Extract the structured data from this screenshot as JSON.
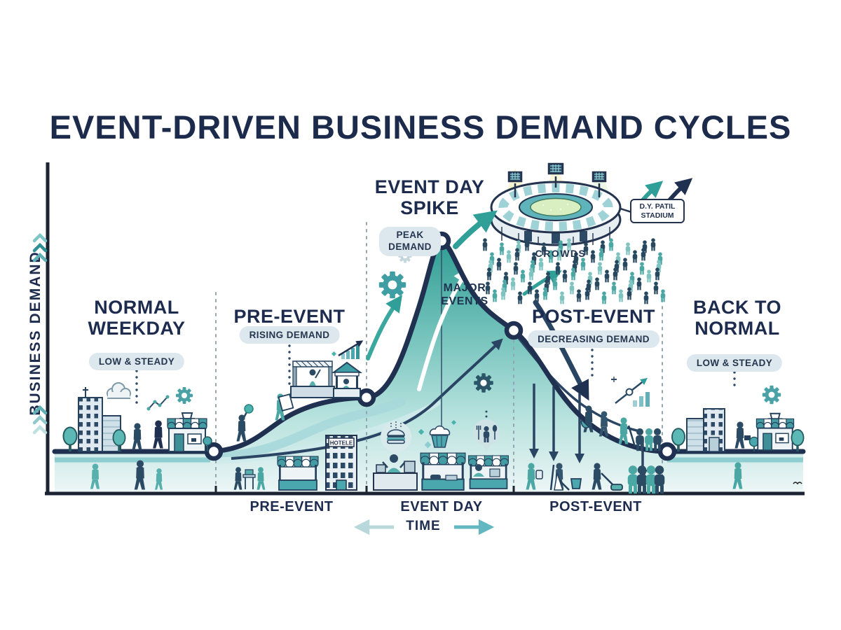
{
  "title": "EVENT-DRIVEN BUSINESS DEMAND CYCLES",
  "y_axis": {
    "label": "BUSINESS DEMAND"
  },
  "x_axis": {
    "label": "TIME",
    "segments": [
      "PRE-EVENT",
      "EVENT DAY",
      "POST-EVENT"
    ]
  },
  "phases": [
    {
      "title": "NORMAL WEEKDAY",
      "badge": "LOW & STEADY"
    },
    {
      "title": "PRE-EVENT",
      "badge": "RISING DEMAND"
    },
    {
      "title": "EVENT DAY SPIKE",
      "badge": "PEAK DEMAND"
    },
    {
      "title": "POST-EVENT",
      "badge": "DECREASING DEMAND"
    },
    {
      "title": "BACK TO NORMAL",
      "badge": "LOW & STEADY"
    }
  ],
  "annotations": {
    "major_events": "MAJOR EVENTS",
    "crowds": "CROWDS",
    "stadium_name": "D.Y. PATIL STADIUM",
    "hotel_sign": "HOTELE"
  },
  "stadium": {
    "crowd_figures": 78
  },
  "colors": {
    "navy": "#1d2c4e",
    "teal": "#35a19b",
    "light_teal": "#a9d6d8",
    "badge_bg": "#dde7ee",
    "peak_gradient_top": "#2f9d93",
    "peak_gradient_bottom": "#ecf6f6"
  },
  "chart_data": {
    "type": "area",
    "title": "Event-Driven Business Demand Cycles",
    "xlabel": "TIME",
    "ylabel": "BUSINESS DEMAND",
    "phases": [
      "NORMAL WEEKDAY",
      "PRE-EVENT",
      "EVENT DAY",
      "POST-EVENT",
      "BACK TO NORMAL"
    ],
    "x_points": [
      "normal weekday",
      "pre-event start",
      "pre-event plateau",
      "event-day peak",
      "post-event midpoint",
      "post-event end",
      "back to normal"
    ],
    "series": [
      {
        "name": "Business demand (relative)",
        "values": [
          1,
          1,
          2.3,
          6,
          3.9,
          1,
          1
        ]
      }
    ],
    "ylim": [
      0,
      7
    ],
    "grid": false,
    "legend": false,
    "markers_at": [
      "pre-event start",
      "pre-event plateau",
      "event-day peak",
      "post-event midpoint",
      "post-event end"
    ]
  }
}
